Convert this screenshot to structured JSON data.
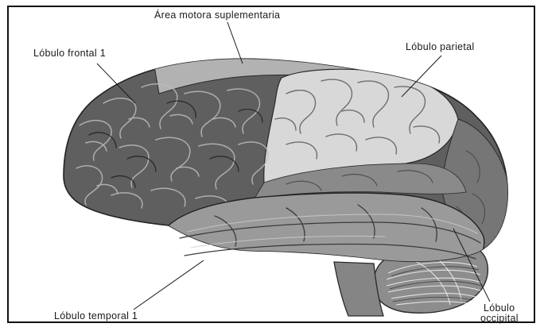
{
  "labels": {
    "supplementary_motor": "Área motora suplementaria",
    "frontal": "Lóbulo frontal 1",
    "parietal": "Lóbulo parietal",
    "temporal": "Lóbulo temporal 1",
    "occipital_line1": "Lóbulo",
    "occipital_line2": "occipital"
  },
  "colors": {
    "frontal_cortex": "#5f5f5f",
    "parietal_lobe": "#d8d8d8",
    "temporal_lobe": "#9a9a9a",
    "supplementary_motor_area": "#b2b2b2",
    "occipital_lobe": "#767676",
    "cerebellum": "#8d8d8d"
  }
}
